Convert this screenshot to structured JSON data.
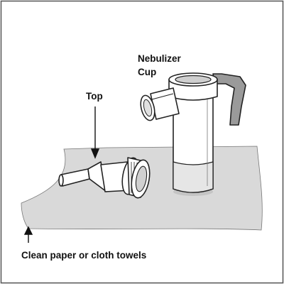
{
  "labels": {
    "cup_line1": "Nebulizer",
    "cup_line2": "Cup",
    "top": "Top",
    "towels": "Clean paper or cloth towels"
  },
  "colors": {
    "outline": "#222222",
    "paper_fill": "#d9d9d9",
    "object_fill": "#ffffff",
    "shade": "#bdbdbd",
    "handle_fill": "#9a9a9a",
    "border": "#555555"
  }
}
